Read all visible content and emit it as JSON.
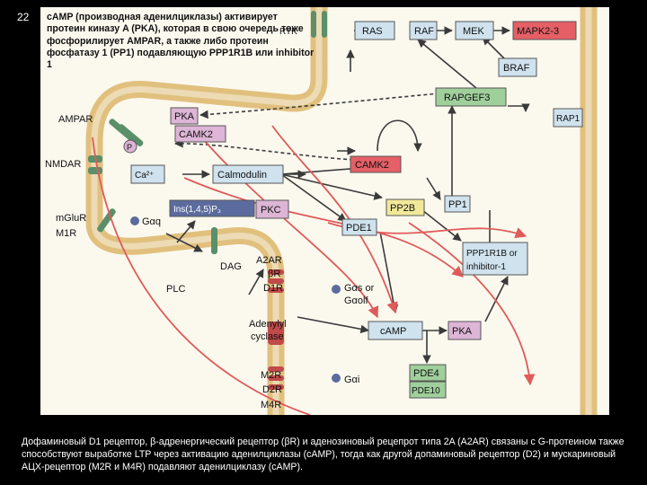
{
  "slide_number": "22",
  "top_text": "cAMP (производная аденилциклазы) активирует протеин киназу A (PKA), которая в свою очередь тоже фосфорилирует AMPAR, а также либо протеин фосфатазу 1 (PP1) подавляющую PPP1R1B или inhibitor 1",
  "bottom_text": "Дофаминовый D1 рецептор, β-адренергический рецептор (βR) и аденозиновый рецепрот типа 2A (A2AR) связаны с G-протеином также способствуют выработке LTP через активацию аденилциклазы (cAMP), тогда как другой допаминовый рецептор (D2) и мускариновый АЦХ-рецептор (M2R и M4R) подавляют аденилциклазу (cAMP).",
  "diagram": {
    "nodes": {
      "rtk": "RTK",
      "ras": "RAS",
      "raf": "RAF",
      "mek": "MEK",
      "mapk": "MAPK2-3",
      "braf": "BRAF",
      "rapgef3": "RAPGEF3",
      "rap1": "RAP1",
      "pka_top": "PKA",
      "camk2_top": "CAMK2",
      "p": "P",
      "ca": "Ca²⁺",
      "calmodulin": "Calmodulin",
      "camk2_mid": "CAMK2",
      "ins": "Ins(1,4,5)P₃",
      "pkc": "PKC",
      "pp2b": "PP2B",
      "pp1": "PP1",
      "pde1": "PDE1",
      "ppp1r1b_line1": "PPP1R1B or",
      "ppp1r1b_line2": "inhibitor-1",
      "camp": "cAMP",
      "pka_low": "PKA",
      "pde4": "PDE4",
      "pde10": "PDE10",
      "gaq": "Gαq",
      "dag": "DAG",
      "plc": "PLC",
      "gas_line1": "Gαs or",
      "gas_line2": "Gαolf",
      "gai": "Gαi",
      "adenylyl_line1": "Adenylyl",
      "adenylyl_line2": "cyclase"
    },
    "receptors": {
      "ampar": "AMPAR",
      "nmdar": "NMDAR",
      "mglur": "mGluR",
      "m1r": "M1R",
      "a2ar": "A2AR",
      "br": "βR",
      "d1r": "D1R",
      "m2r": "M2R",
      "d2r": "D2R",
      "m4r": "M4R"
    }
  }
}
